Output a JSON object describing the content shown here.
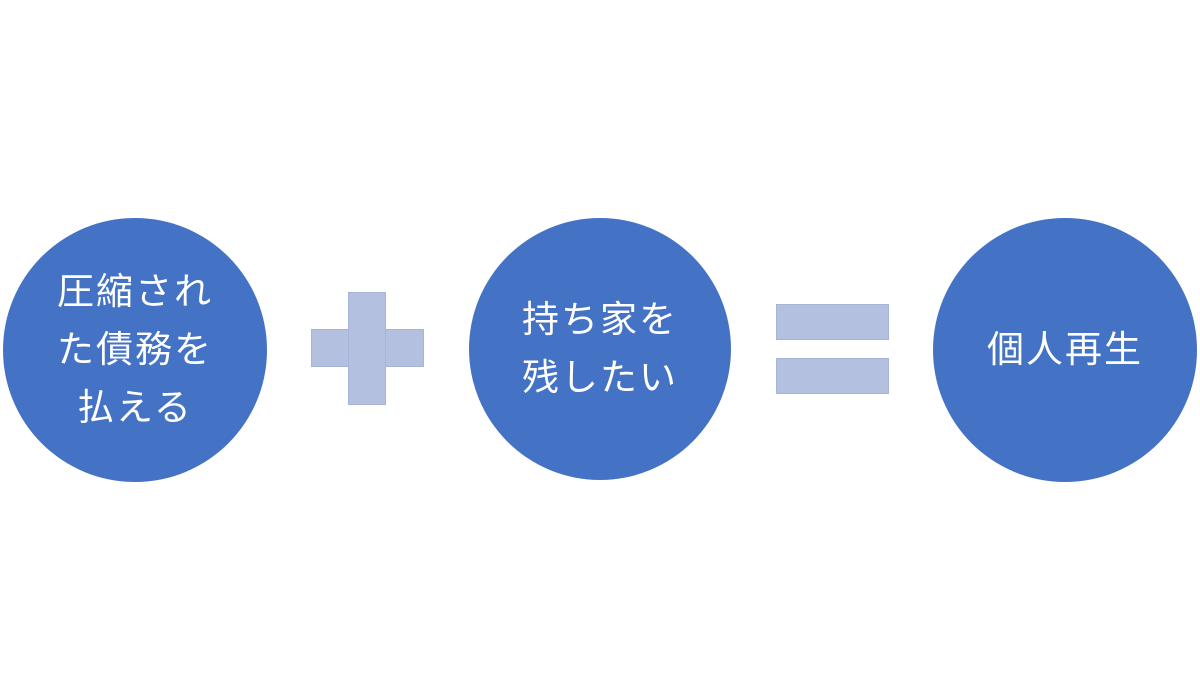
{
  "diagram": {
    "colors": {
      "circle_fill": "#4472c4",
      "circle_text": "#ffffff",
      "operator_fill": "#b4c0e0",
      "background": "#ffffff"
    },
    "terms": [
      {
        "lines": [
          "圧縮され",
          "た債務を",
          "払える"
        ]
      },
      {
        "lines": [
          "持ち家を",
          "残したい"
        ]
      }
    ],
    "operators": [
      "plus",
      "equals"
    ],
    "result": {
      "lines": [
        "個人再生"
      ]
    }
  }
}
